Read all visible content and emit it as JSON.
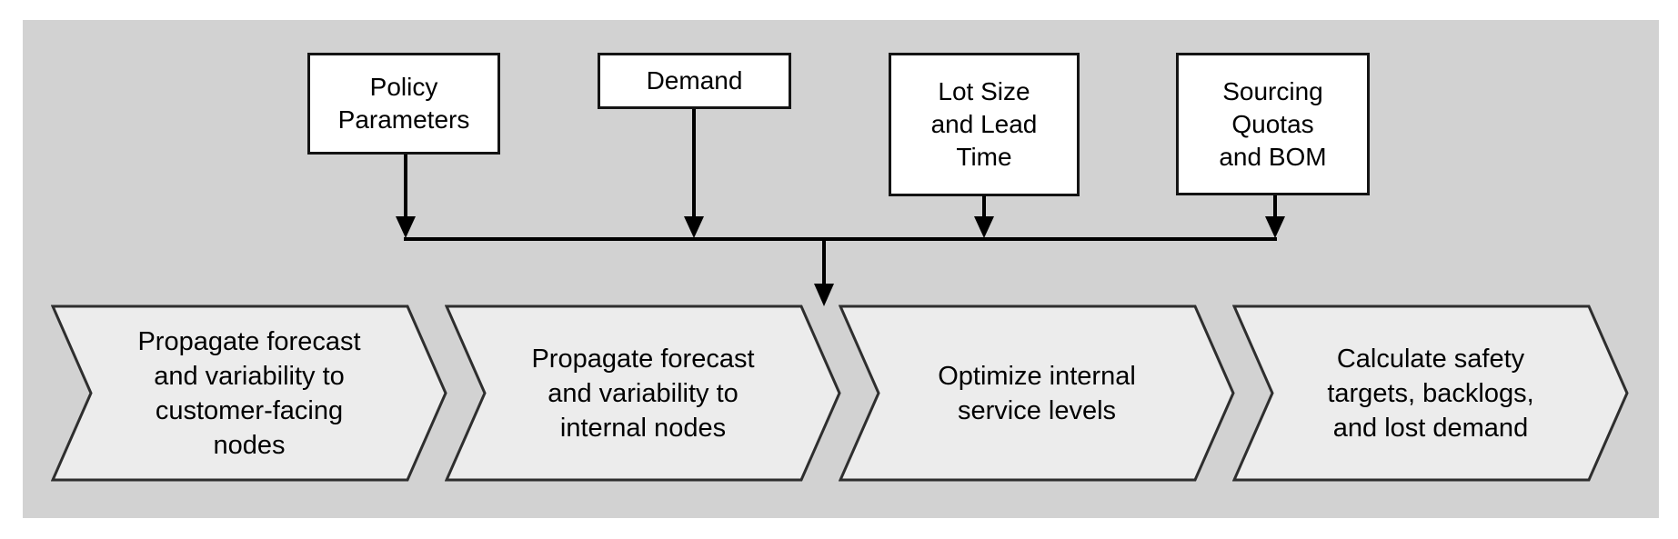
{
  "palette": {
    "page_bg": "#ffffff",
    "diagram_bg": "#d2d2d2",
    "box_fill": "#ffffff",
    "box_border": "#141414",
    "chevron_fill": "#ececec",
    "chevron_border": "#2e2e2e",
    "arrow_color": "#000000",
    "text_color": "#000000"
  },
  "inputs": [
    {
      "label": "Policy\nParameters"
    },
    {
      "label": "Demand"
    },
    {
      "label": "Lot Size\nand Lead\nTime"
    },
    {
      "label": "Sourcing\nQuotas\nand BOM"
    }
  ],
  "steps": [
    {
      "label": "Propagate forecast\nand variability to\ncustomer-facing\nnodes"
    },
    {
      "label": "Propagate forecast\nand variability to\ninternal nodes"
    },
    {
      "label": "Optimize internal\nservice levels"
    },
    {
      "label": "Calculate safety\ntargets, backlogs,\nand lost demand"
    }
  ]
}
